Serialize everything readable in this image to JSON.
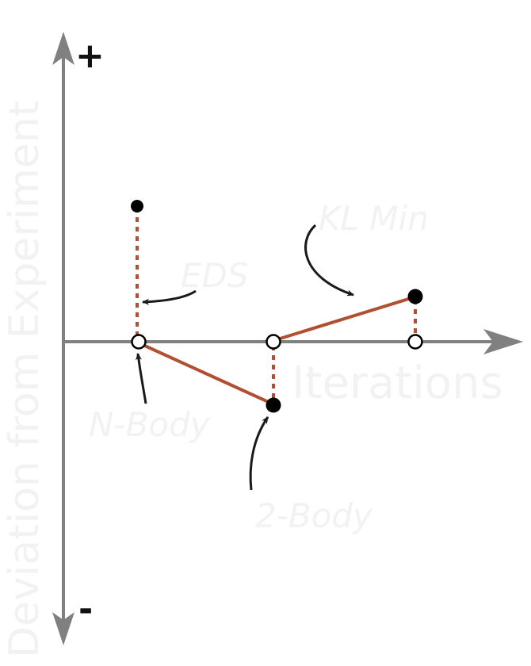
{
  "labels": {
    "y_axis": "Deviation from Experiment",
    "x_axis": "Iterations",
    "plus": "+",
    "minus": "-",
    "eds": "EDS",
    "kl_min": "KL Min",
    "n_body": "N-Body",
    "two_body": "2-Body"
  },
  "colors": {
    "axis": "#808080",
    "trend_line": "#b24f33",
    "arrow": "#1a1a1a",
    "point_filled": "#000000",
    "point_open": "#ffffff",
    "faint_text": "#f2f2f2"
  }
}
